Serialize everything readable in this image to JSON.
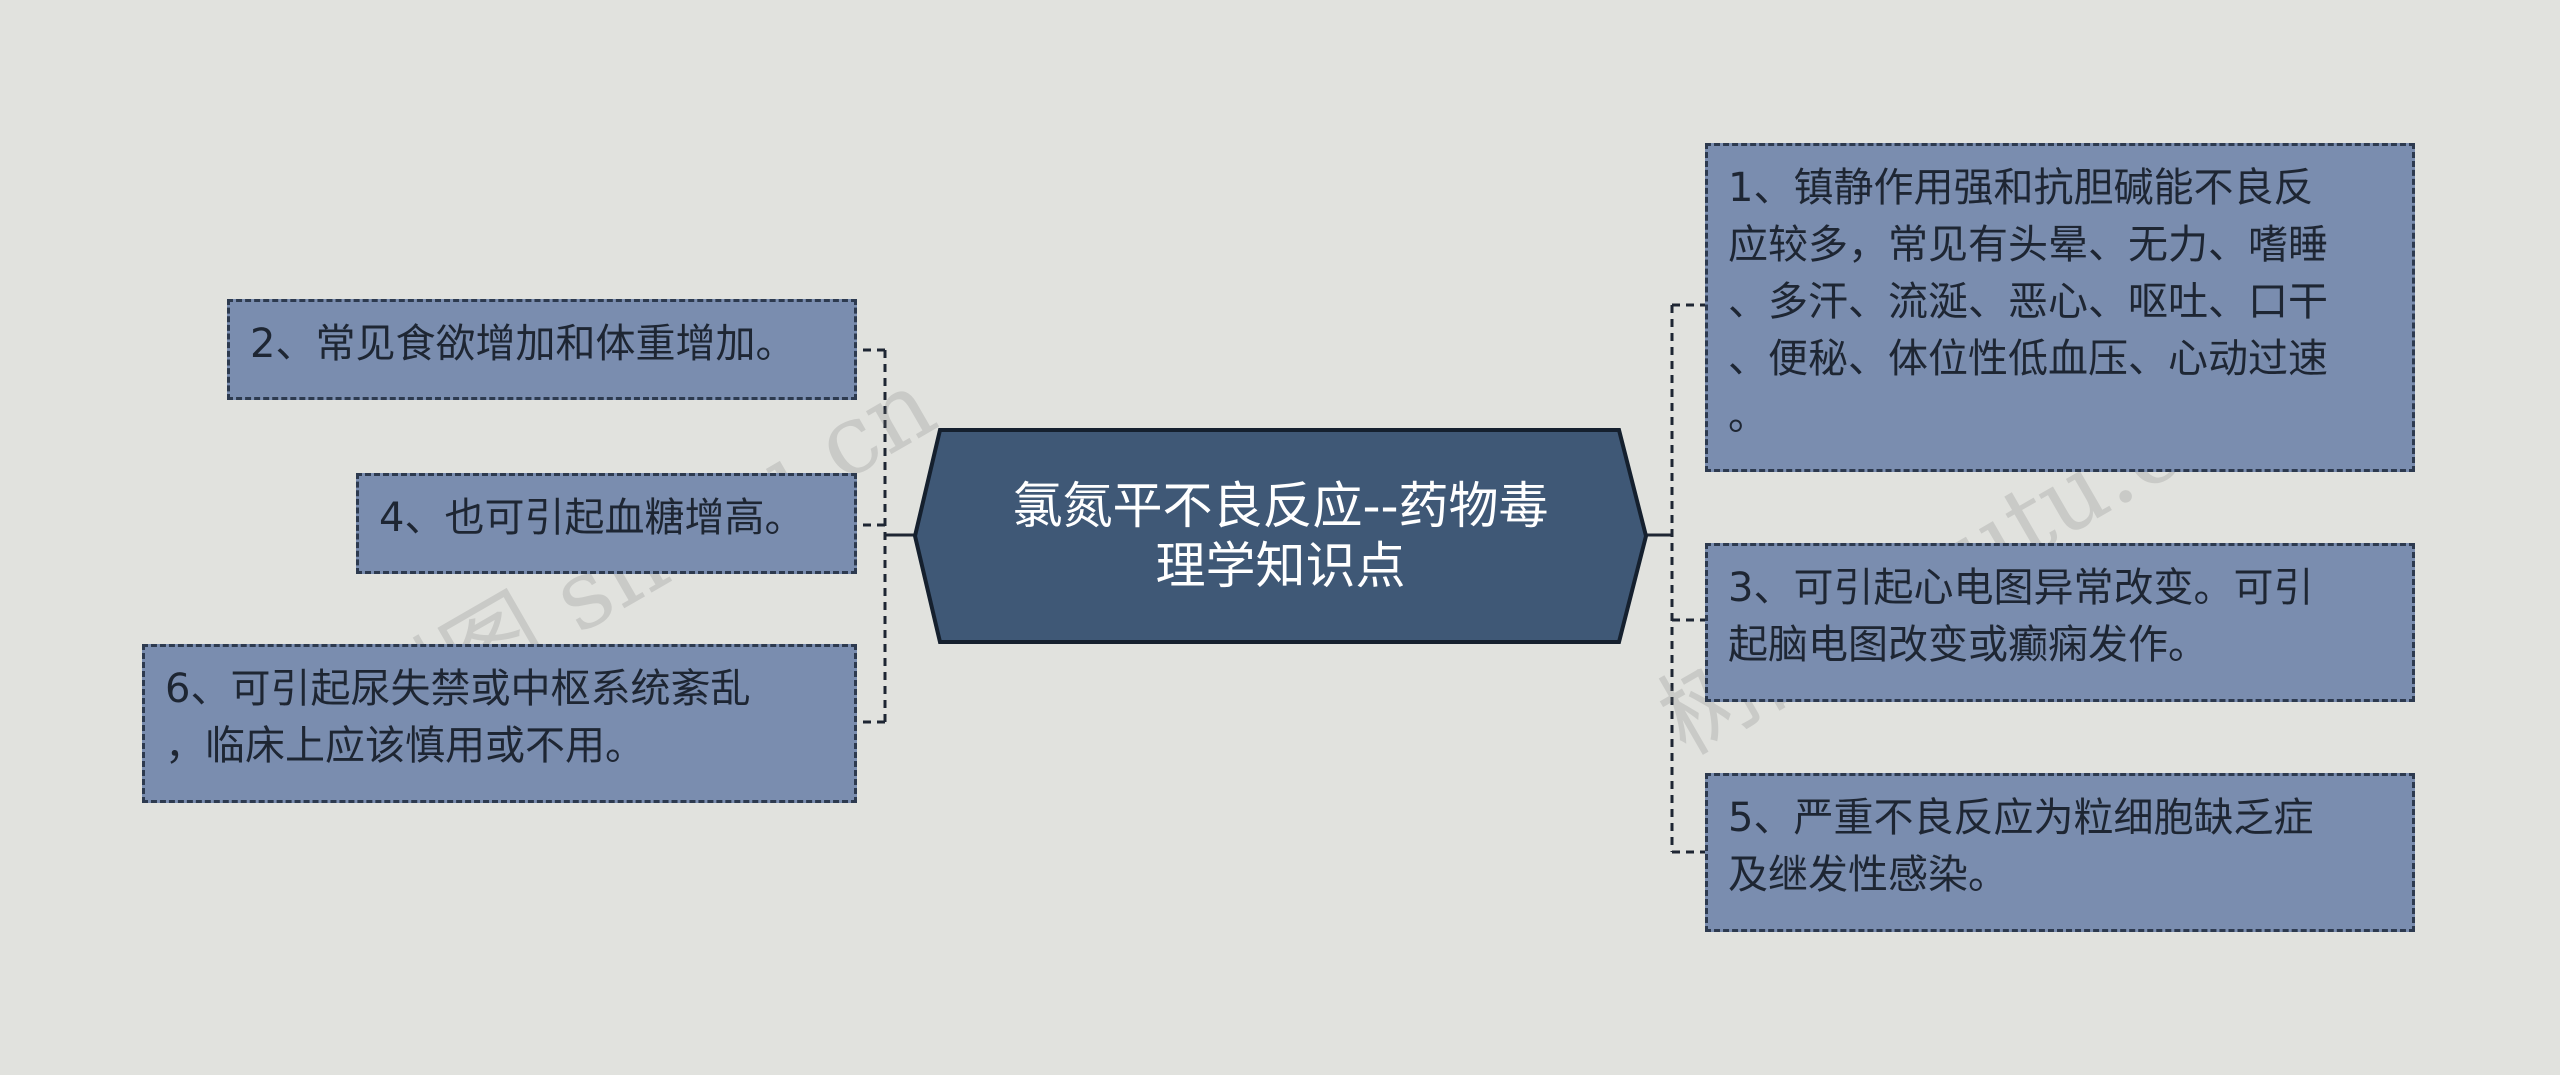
{
  "center": {
    "title": "氯氮平不良反应--药物毒\n理学知识点"
  },
  "nodes": {
    "n1": "1、镇静作用强和抗胆碱能不良反\n应较多，常见有头晕、无力、嗜睡\n、多汗、流涎、恶心、呕吐、口干\n、便秘、体位性低血压、心动过速\n。",
    "n2": "2、常见食欲增加和体重增加。",
    "n3": "3、可引起心电图异常改变。可引\n起脑电图改变或癫痫发作。",
    "n4": "4、也可引起血糖增高。",
    "n5": "5、严重不良反应为粒细胞缺乏症\n及继发性感染。",
    "n6": "6、可引起尿失禁或中枢系统紊乱\n，临床上应该慎用或不用。"
  },
  "watermarks": [
    "树图 shutu.cn",
    "树图 shutu.cn"
  ],
  "colors": {
    "background": "#e1e2de",
    "center_fill": "#3f5876",
    "node_fill": "#7a8daf",
    "border": "#2d3a4f"
  }
}
